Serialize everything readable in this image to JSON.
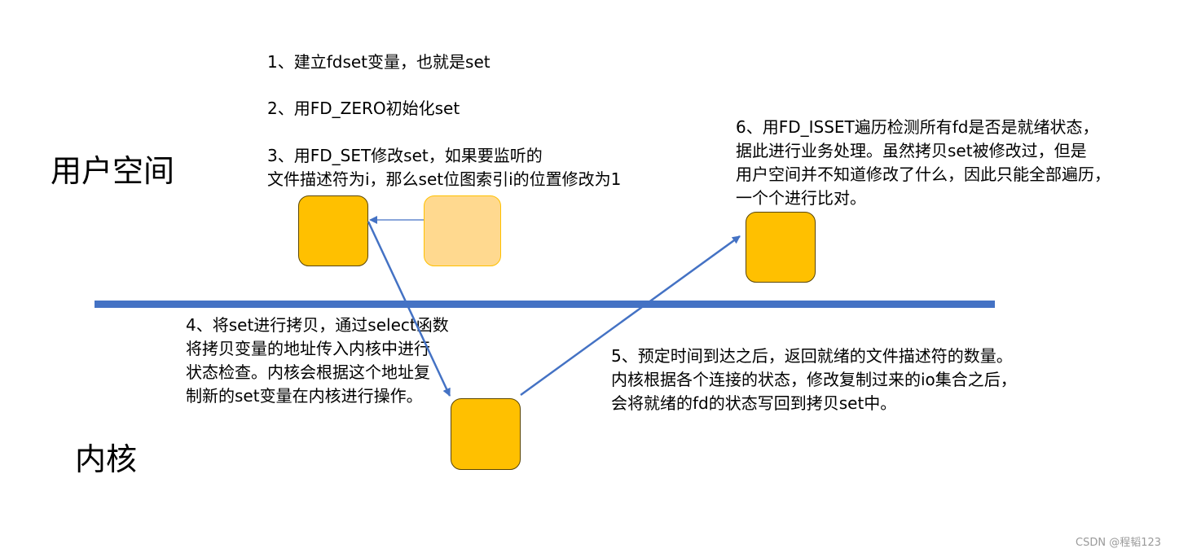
{
  "regions": {
    "user_space": "用户空间",
    "kernel": "内核"
  },
  "steps": {
    "step1": "1、建立fdset变量，也就是set",
    "step2": "2、用FD_ZERO初始化set",
    "step3": "3、用FD_SET修改set，如果要监听的\n文件描述符为i，那么set位图索引i的位置修改为1",
    "step4": "4、将set进行拷贝，通过select函数\n将拷贝变量的地址传入内核中进行\n状态检查。内核会根据这个地址复\n制新的set变量在内核进行操作。",
    "step5": "5、预定时间到达之后，返回就绪的文件描述符的数量。\n内核根据各个连接的状态，修改复制过来的io集合之后，\n会将就绪的fd的状态写回到拷贝set中。",
    "step6": "6、用FD_ISSET遍历检测所有fd是否是就绪状态，\n据此进行业务处理。虽然拷贝set被修改过，但是\n用户空间并不知道修改了什么，因此只能全部遍历，\n一个个进行比对。"
  },
  "colors": {
    "box_fill": "#ffc000",
    "box_faded": "#ffd98f",
    "arrow": "#4472c4",
    "divider": "#4472c4"
  },
  "watermark": "CSDN @程韬123"
}
